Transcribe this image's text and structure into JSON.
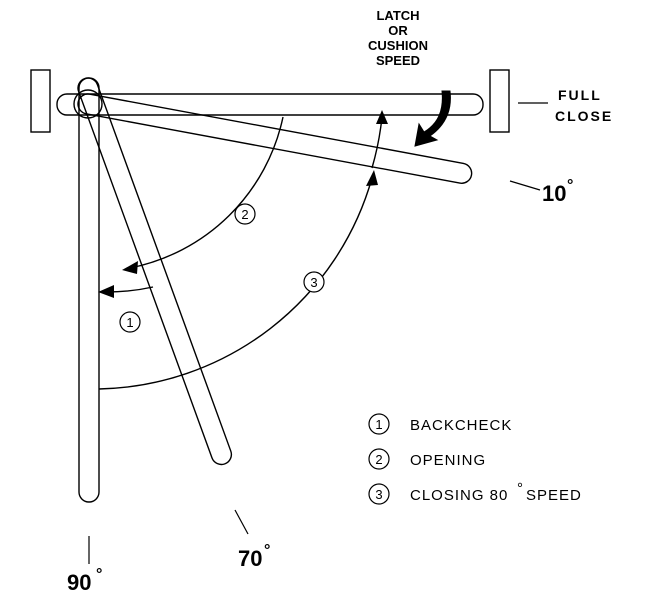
{
  "labels": {
    "latch": [
      "LATCH",
      "OR",
      "CUSHION",
      "SPEED"
    ],
    "full": "FULL",
    "close": "CLOSE",
    "angle_10": "10",
    "angle_70": "70",
    "angle_90": "90",
    "degree": "°"
  },
  "legend": [
    {
      "num": "1",
      "label": "BACKCHECK"
    },
    {
      "num": "2",
      "label": "OPENING"
    },
    {
      "num": "3",
      "label": "CLOSING 80",
      "suffix": "SPEED"
    }
  ],
  "arc_markers": [
    "1",
    "2",
    "3"
  ]
}
